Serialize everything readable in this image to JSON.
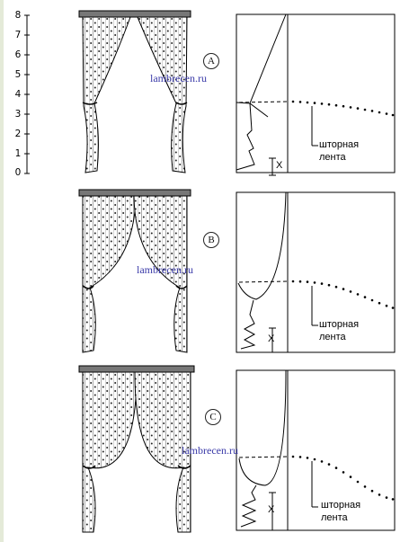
{
  "scale": {
    "labels": [
      "8",
      "7",
      "6",
      "5",
      "4",
      "3",
      "2",
      "1",
      "0"
    ]
  },
  "watermark": "lambrecen.ru",
  "panels": [
    {
      "letter": "A",
      "tape_lines": [
        "шторная",
        "лента"
      ],
      "x_label": "X"
    },
    {
      "letter": "B",
      "tape_lines": [
        "шторная",
        "лента"
      ],
      "x_label": "X"
    },
    {
      "letter": "C",
      "tape_lines": [
        "шторная",
        "лента"
      ],
      "x_label": "X"
    }
  ]
}
